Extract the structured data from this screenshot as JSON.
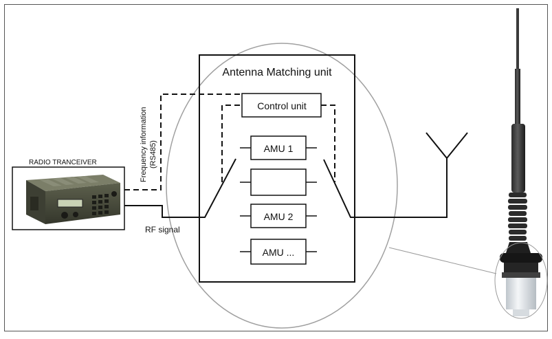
{
  "diagram": {
    "title": "Antenna Matching unit",
    "radio_label": "RADIO TRANCEIVER",
    "freq_info_line1": "Frequency information",
    "freq_info_line2": "(RS485)",
    "rf_signal_label": "RF signal",
    "control_unit_label": "Control unit",
    "amu_boxes": [
      "AMU 1",
      "",
      "AMU 2",
      "AMU ..."
    ]
  },
  "colors": {
    "line": "#111111",
    "ellipse": "#a0a0a0",
    "frame": "#555555",
    "callout": "#9a9a9a"
  }
}
